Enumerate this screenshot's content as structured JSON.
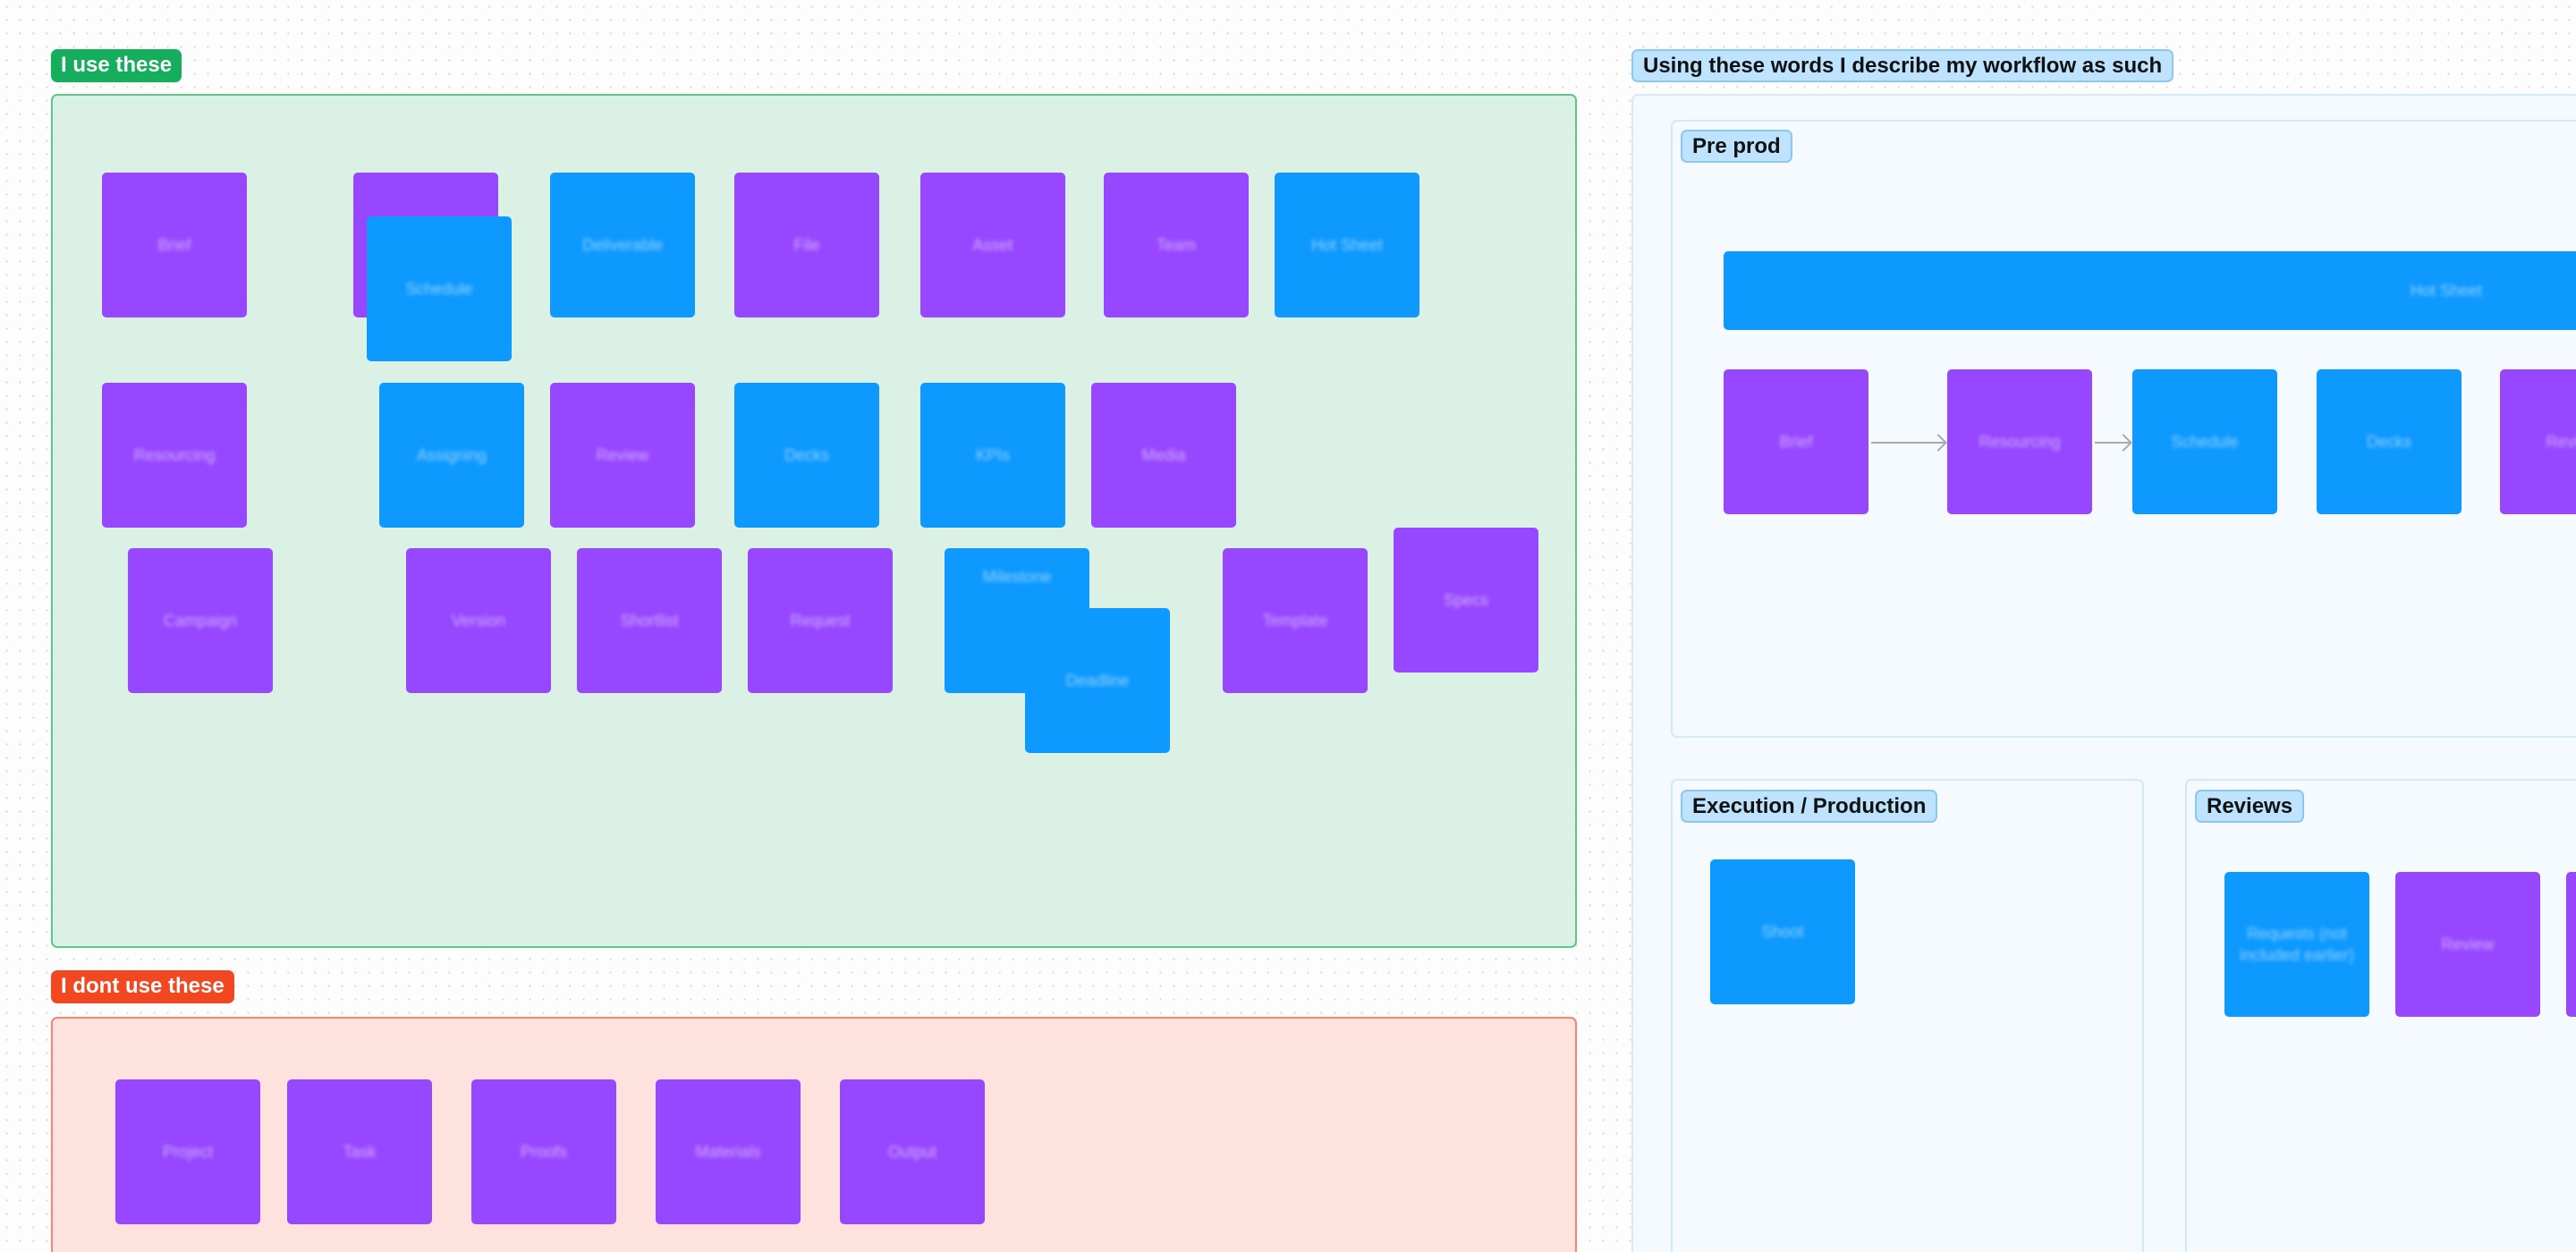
{
  "colors": {
    "purple": "#9747ff",
    "blue": "#0d99ff",
    "green_tag": "#14ae5c",
    "red_tag": "#f24822",
    "used_bg": "#dcf1e5",
    "unused_bg": "#fde2dd",
    "workflow_bg": "#f5faff"
  },
  "used": {
    "title": "I use these",
    "cards": [
      "Brief",
      "",
      "Schedule",
      "Deliverable",
      "File",
      "Asset",
      "Team",
      "Hot Sheet",
      "Resourcing",
      "Assigning",
      "Review",
      "Decks",
      "KPIs",
      "Media",
      "Campaign",
      "Version",
      "Shortlist",
      "Request",
      "Milestone",
      "Deadline",
      "Template",
      "Specs"
    ]
  },
  "unused": {
    "title": "I dont use these",
    "cards": [
      "Project",
      "Task",
      "Proofs",
      "Materials",
      "Output"
    ]
  },
  "workflow": {
    "title": "Using these words I describe my workflow as such",
    "preprod": {
      "title": "Pre prod",
      "bar": "Hot Sheet",
      "cards": [
        "Brief",
        "Resourcing",
        "Schedule",
        "Decks",
        "Review"
      ]
    },
    "execution": {
      "title": "Execution / Production",
      "cards": [
        "Shoot"
      ]
    },
    "reviews": {
      "title": "Reviews",
      "cards": [
        "Requests (not included earlier)",
        "Review",
        ""
      ]
    }
  }
}
